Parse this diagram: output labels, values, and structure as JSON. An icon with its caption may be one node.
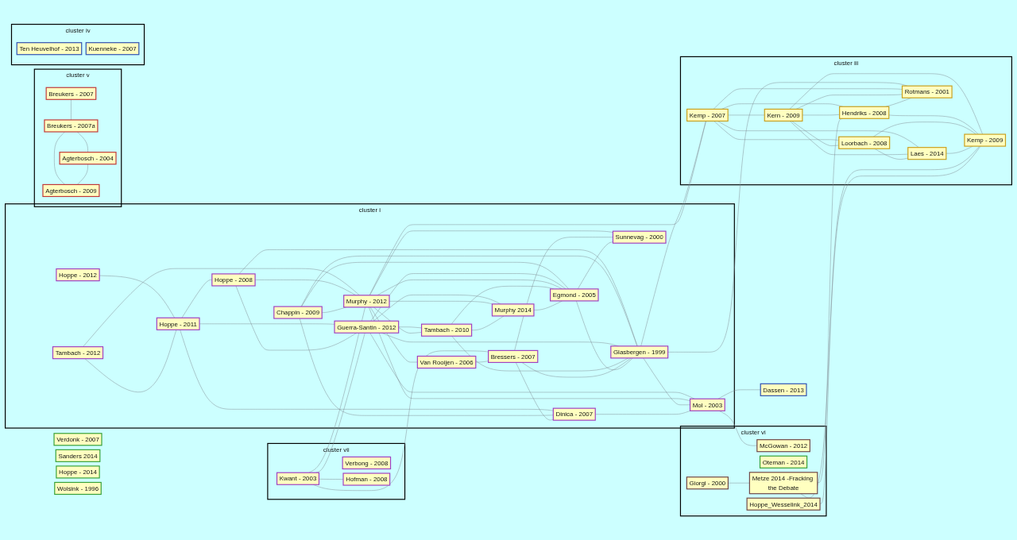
{
  "diagram": {
    "nodes": [
      {
        "text": [
          "cluster i"
        ]
      },
      {
        "text": [
          "Hoppe - 2012"
        ],
        "in": 0
      },
      {
        "text": [
          "Hoppe - 2011"
        ],
        "in": 0
      },
      {
        "text": [
          "Tambach - 2012"
        ],
        "in": 0
      },
      {
        "text": [
          "Hoppe - 2008"
        ],
        "in": 0
      },
      {
        "text": [
          "Chappin - 2009"
        ],
        "in": 0
      },
      {
        "text": [
          "Guerra-Santin - 2012"
        ],
        "in": 0
      },
      {
        "text": [
          "Murphy - 2012"
        ],
        "in": 0
      },
      {
        "text": [
          "Tambach - 2010"
        ],
        "in": 0
      },
      {
        "text": [
          "Dinica - 2007"
        ],
        "in": 0
      },
      {
        "text": [
          "Murphy 2014"
        ],
        "in": 0
      },
      {
        "text": [
          "Bressers - 2007"
        ],
        "in": 0
      },
      {
        "text": [
          "Glasbergen - 1999"
        ],
        "in": 0
      },
      {
        "text": [
          "Egmond - 2005"
        ],
        "in": 0
      },
      {
        "text": [
          "Van Rooijen - 2006"
        ],
        "in": 0
      },
      {
        "text": [
          "Sunnevag - 2000"
        ],
        "in": 0
      },
      {
        "text": [
          "Mol - 2003"
        ],
        "in": 0
      },
      {
        "text": [
          "Verdonk - 2007"
        ]
      },
      {
        "text": [
          "cluster vii"
        ]
      },
      {
        "text": [
          "Verbong - 2008"
        ],
        "in": 18
      },
      {
        "text": [
          "Kwant - 2003"
        ],
        "in": 18
      },
      {
        "text": [
          "Hofman - 2008"
        ],
        "in": 18
      },
      {
        "text": [
          "Sanders 2014"
        ]
      },
      {
        "text": [
          "cluster v"
        ]
      },
      {
        "text": [
          "Breukers - 2007"
        ],
        "in": 23
      },
      {
        "text": [
          "Agterbosch - 2009"
        ],
        "in": 23
      },
      {
        "text": [
          "Breukers - 2007a"
        ],
        "in": 23
      },
      {
        "text": [
          "Agterbosch - 2004"
        ],
        "in": 23
      },
      {
        "text": [
          "cluster iv"
        ]
      },
      {
        "text": [
          "Ten Heuvelhof - 2013"
        ],
        "in": 28
      },
      {
        "text": [
          "Kuenneke - 2007"
        ],
        "in": 28
      },
      {
        "text": [
          "cluster iii"
        ]
      },
      {
        "text": [
          "Kemp - 2007"
        ],
        "in": 31
      },
      {
        "text": [
          "Kern - 2009"
        ],
        "in": 31
      },
      {
        "text": [
          "Hendriks - 2008"
        ],
        "in": 31
      },
      {
        "text": [
          "Loorbach - 2008"
        ],
        "in": 31
      },
      {
        "text": [
          "Laes - 2014"
        ],
        "in": 31
      },
      {
        "text": [
          "Rotmans - 2001"
        ],
        "in": 31
      },
      {
        "text": [
          "Kemp - 2009"
        ],
        "in": 31
      },
      {
        "text": [
          "Hoppe - 2014"
        ]
      },
      {
        "text": [
          "Wolsink - 1996"
        ]
      },
      {
        "text": [
          "cluster vi"
        ]
      },
      {
        "text": [
          "McGowan - 2012"
        ],
        "in": 41
      },
      {
        "text": [
          "Oteman - 2014"
        ],
        "in": 41
      },
      {
        "text": [
          "Metze 2014 -Fracking the Debate"
        ],
        "in": 41
      },
      {
        "text": [
          "Hoppe_Wesselink_2014"
        ],
        "in": 41
      },
      {
        "text": [
          "Giorgi - 2000"
        ],
        "in": 41
      },
      {
        "text": [
          "Dassen - 2013"
        ]
      }
    ],
    "edges": [
      {
        "from": 1,
        "to": 2,
        "arrow": "none"
      },
      {
        "from": 3,
        "to": 2,
        "arrow": "none"
      },
      {
        "from": 3,
        "to": 7,
        "arrow": "none"
      },
      {
        "from": 2,
        "to": 6,
        "arrow": "none"
      },
      {
        "from": 2,
        "to": 9,
        "arrow": "none"
      },
      {
        "from": 2,
        "to": 4,
        "arrow": "none"
      },
      {
        "from": 20,
        "to": 7,
        "arrow": "none"
      },
      {
        "from": 20,
        "to": 6,
        "arrow": "none"
      },
      {
        "from": 20,
        "to": 11,
        "arrow": "none"
      },
      {
        "from": 20,
        "to": 21,
        "arrow": "none"
      },
      {
        "from": 4,
        "to": 12,
        "arrow": "none"
      },
      {
        "from": 4,
        "to": 6,
        "arrow": "none"
      },
      {
        "from": 4,
        "to": 7,
        "arrow": "none"
      },
      {
        "from": 5,
        "to": 7,
        "arrow": "none"
      },
      {
        "from": 5,
        "to": 12,
        "arrow": "none"
      },
      {
        "from": 5,
        "to": 13,
        "arrow": "none"
      },
      {
        "from": 5,
        "to": 9,
        "arrow": "none"
      },
      {
        "from": 6,
        "to": 10,
        "arrow": "none"
      },
      {
        "from": 6,
        "to": 8,
        "arrow": "none"
      },
      {
        "from": 6,
        "to": 12,
        "arrow": "none"
      },
      {
        "from": 6,
        "to": 13,
        "arrow": "none"
      },
      {
        "from": 6,
        "to": 16,
        "arrow": "none"
      },
      {
        "from": 7,
        "to": 14,
        "arrow": "none"
      },
      {
        "from": 7,
        "to": 15,
        "arrow": "none"
      },
      {
        "from": 7,
        "to": 8,
        "arrow": "none"
      },
      {
        "from": 7,
        "to": 13,
        "arrow": "none"
      },
      {
        "from": 7,
        "to": 16,
        "arrow": "none"
      },
      {
        "from": 7,
        "to": 10,
        "arrow": "none"
      },
      {
        "from": 8,
        "to": 13,
        "arrow": "none"
      },
      {
        "from": 8,
        "to": 12,
        "arrow": "none"
      },
      {
        "from": 8,
        "to": 10,
        "arrow": "none"
      },
      {
        "from": 11,
        "to": 15,
        "arrow": "none"
      },
      {
        "from": 11,
        "to": 12,
        "arrow": "none"
      },
      {
        "from": 11,
        "to": 9,
        "arrow": "none"
      },
      {
        "from": 14,
        "to": 11,
        "arrow": "none"
      },
      {
        "from": 13,
        "to": 15,
        "arrow": "none"
      },
      {
        "from": 13,
        "to": 12,
        "arrow": "none"
      },
      {
        "from": 10,
        "to": 13,
        "arrow": "none"
      },
      {
        "from": 12,
        "to": 16,
        "arrow": "none"
      },
      {
        "from": 9,
        "to": 16,
        "arrow": "none"
      },
      {
        "from": 16,
        "to": 42,
        "arrow": "none"
      },
      {
        "from": 12,
        "to": 32,
        "arrow": "none"
      },
      {
        "from": 7,
        "to": 32,
        "arrow": "none"
      },
      {
        "from": 12,
        "to": 37,
        "arrow": "none"
      },
      {
        "from": 16,
        "to": 47,
        "arrow": "none"
      },
      {
        "from": 32,
        "to": 33,
        "arrow": "none"
      },
      {
        "from": 32,
        "to": 34,
        "arrow": "none"
      },
      {
        "from": 32,
        "to": 35,
        "arrow": "none"
      },
      {
        "from": 32,
        "to": 37,
        "arrow": "none"
      },
      {
        "from": 32,
        "to": 36,
        "arrow": "none"
      },
      {
        "from": 33,
        "to": 36,
        "arrow": "none"
      },
      {
        "from": 33,
        "to": 34,
        "arrow": "none"
      },
      {
        "from": 33,
        "to": 37,
        "arrow": "none"
      },
      {
        "from": 33,
        "to": 38,
        "arrow": "none"
      },
      {
        "from": 33,
        "to": 35,
        "arrow": "none"
      },
      {
        "from": 34,
        "to": 38,
        "arrow": "none"
      },
      {
        "from": 34,
        "to": 37,
        "arrow": "none"
      },
      {
        "from": 35,
        "to": 38,
        "arrow": "none"
      },
      {
        "from": 35,
        "to": 36,
        "arrow": "none"
      },
      {
        "from": 36,
        "to": 38,
        "arrow": "none"
      },
      {
        "from": 45,
        "to": 38,
        "arrow": "none"
      },
      {
        "from": 44,
        "to": 38,
        "arrow": "none"
      },
      {
        "from": 44,
        "to": 34,
        "arrow": "none"
      },
      {
        "from": 46,
        "to": 44,
        "arrow": "none"
      },
      {
        "from": 24,
        "to": 26,
        "arrow": "none"
      },
      {
        "from": 26,
        "to": 25,
        "arrow": "none"
      },
      {
        "from": 26,
        "to": 27,
        "arrow": "none"
      },
      {
        "from": 27,
        "to": 25,
        "arrow": "none"
      }
    ]
  }
}
